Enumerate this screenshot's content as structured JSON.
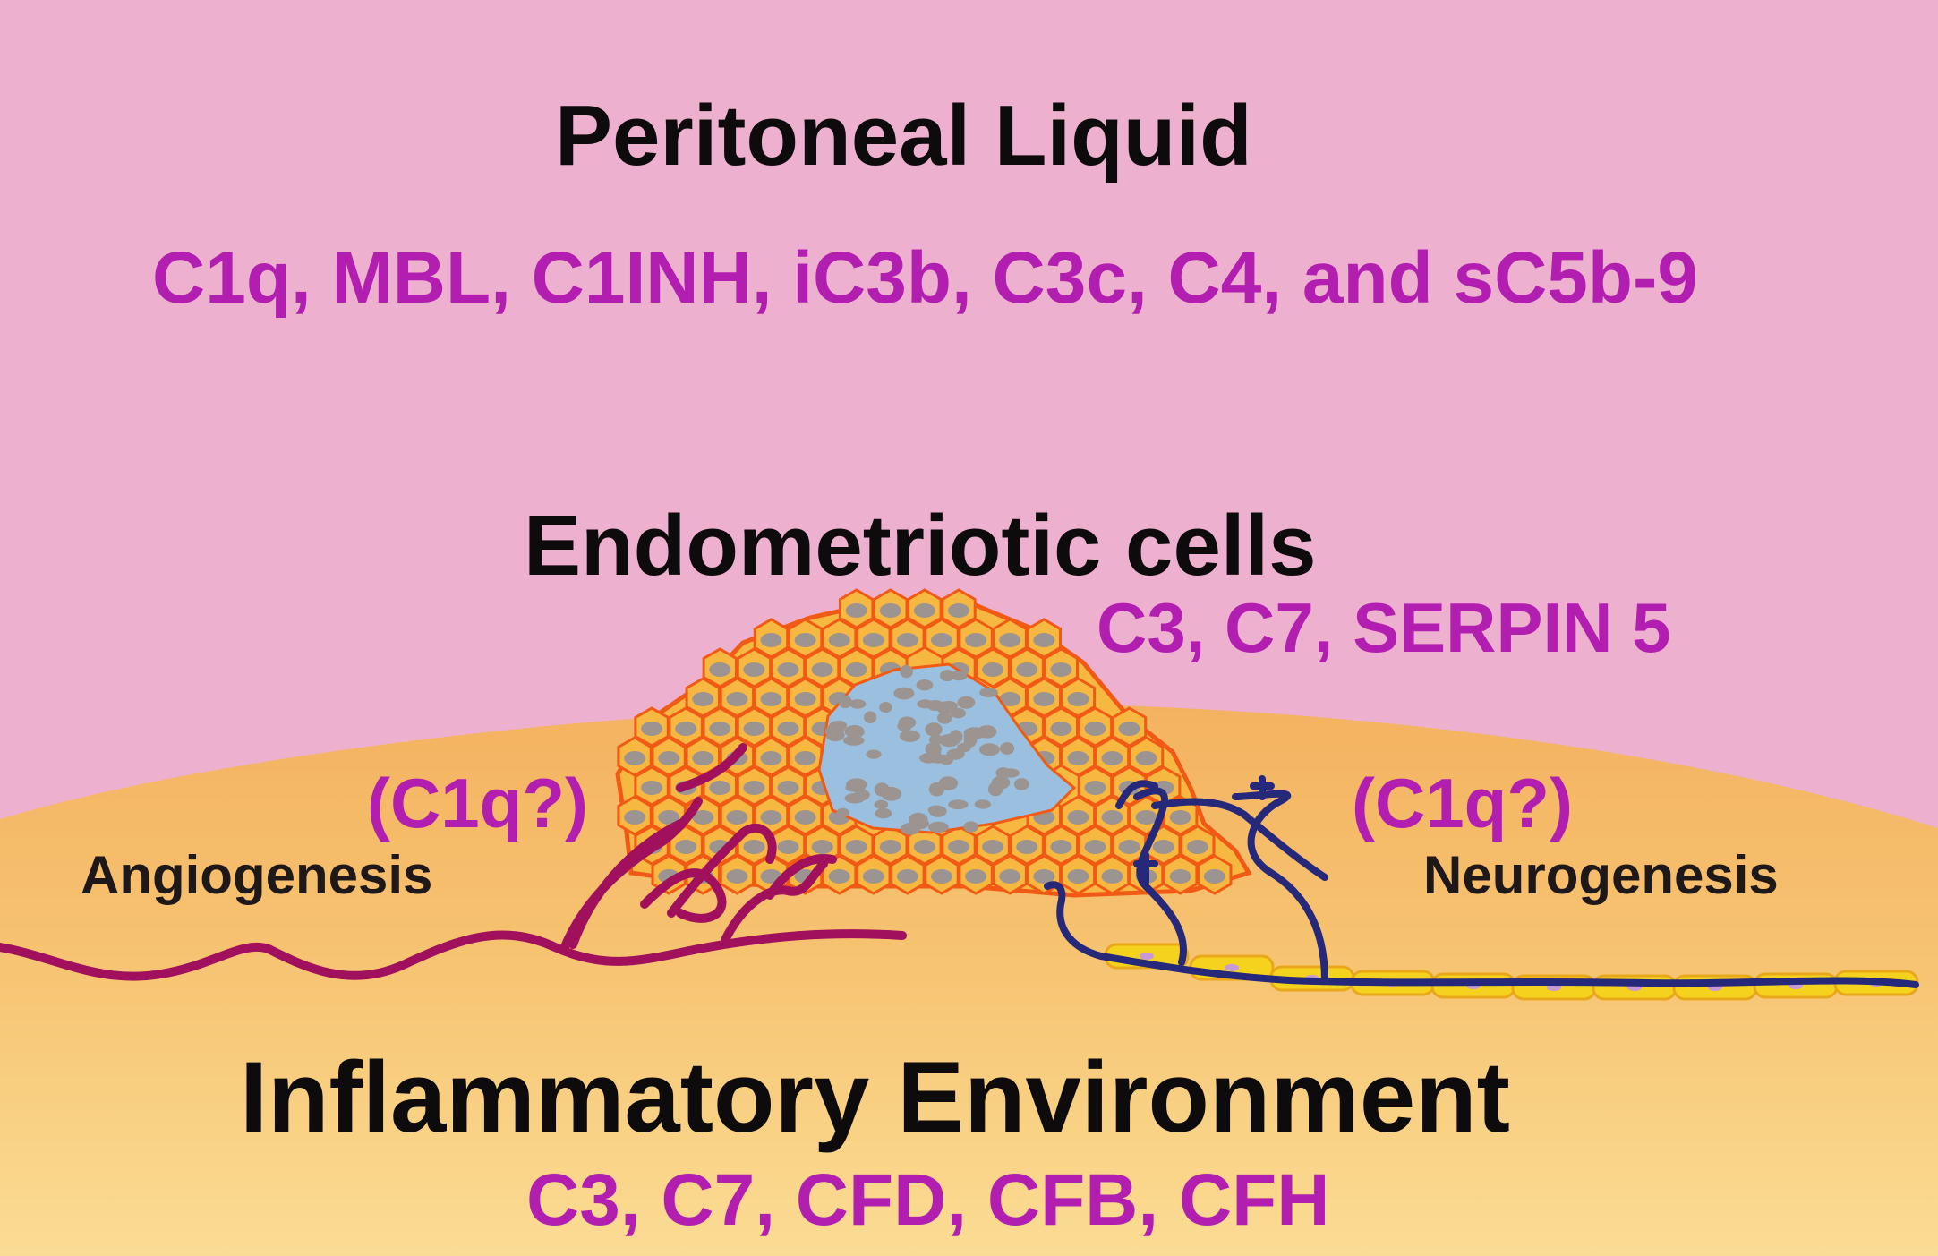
{
  "peritoneal": {
    "title": "Peritoneal Liquid",
    "markers": "C1q, MBL, C1INH, iC3b, C3c, C4, and sC5b-9"
  },
  "endometriotic": {
    "title": "Endometriotic cells",
    "markers": "C3, C7, SERPIN 5"
  },
  "angiogenesis": {
    "label": "Angiogenesis",
    "marker": "(C1q?)"
  },
  "neurogenesis": {
    "label": "Neurogenesis",
    "marker": "(C1q?)"
  },
  "inflammatory": {
    "title": "Inflammatory Environment",
    "markers": "C3, C7, CFD, CFB, CFH"
  },
  "colors": {
    "fluid_background": "#eeb0cf",
    "tissue_orange": "#f4b260",
    "tissue_light": "#fad98e",
    "cell_fill": "#f7b842",
    "cell_outline": "#f05a14",
    "nucleus": "#9b9490",
    "lumen_blue": "#9bc0df",
    "vessel": "#a0105c",
    "nerve": "#26287a",
    "schwann_yellow": "#f5d21e",
    "label_magenta": "#b21fb0",
    "title_black": "#0d0b0b"
  }
}
